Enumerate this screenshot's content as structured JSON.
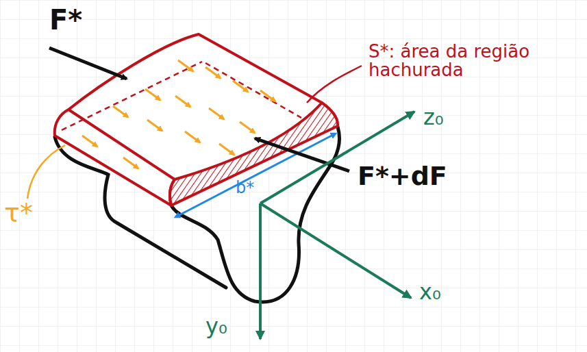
{
  "diagram": {
    "labels": [
      "F*",
      "S*: área da região hachurada",
      "F*+dF",
      "b*",
      "τ*",
      "z₀",
      "x₀",
      "y₀"
    ]
  }
}
